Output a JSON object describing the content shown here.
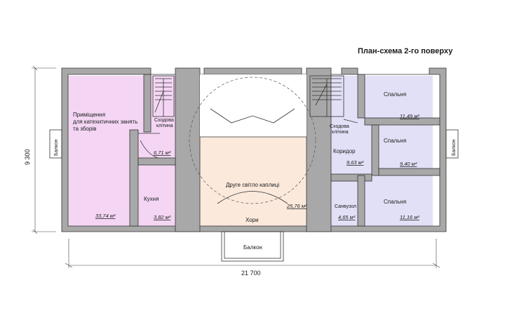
{
  "title": "План-схема 2-го поверху",
  "dimensions": {
    "width": "21 700",
    "height": "9 300"
  },
  "colors": {
    "catechism_room": "#f4d6f4",
    "bedrooms": "#e2e0f6",
    "chapel": "#fbe9dc",
    "walls": "#a8a8a8"
  },
  "rooms": {
    "catechism": {
      "label_1": "Приміщення",
      "label_2": "для катехитичних занять",
      "label_3": "та зборів",
      "area": "33,74 м²"
    },
    "stair_left": {
      "label_1": "Сходова",
      "label_2": "клітина",
      "area": "6,71 м²"
    },
    "kitchen": {
      "label": "Кухня",
      "area": "3,82 м²"
    },
    "chapel": {
      "label": "Друге світло каплиці",
      "area": "25,76 м²"
    },
    "choir": {
      "label": "Хори"
    },
    "stair_right": {
      "label_1": "Сходова",
      "label_2": "клітина"
    },
    "corridor": {
      "label": "Коридор",
      "area": "9,63 м²"
    },
    "bathroom": {
      "label": "Санвузол",
      "area": "4,65 м²"
    },
    "bedroom_top": {
      "label": "Спальня",
      "area": "11,49 м²"
    },
    "bedroom_mid": {
      "label": "Спальня",
      "area": "9,40 м²"
    },
    "bedroom_bottom": {
      "label": "Спальня",
      "area": "11,16 м²"
    }
  },
  "balconies": {
    "left": "Балкон",
    "right": "Балкон",
    "bottom": "Балкон"
  }
}
